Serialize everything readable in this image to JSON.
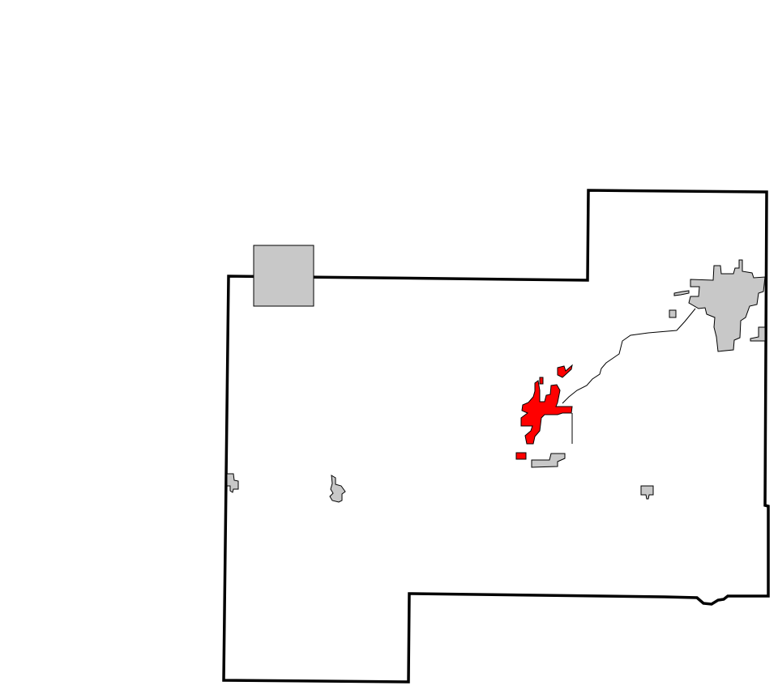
{
  "map": {
    "colors": {
      "background": "#ffffff",
      "county_fill": "#ffffff",
      "county_border": "#000000",
      "highlighted_place": "#ff0000",
      "other_places": "#c8c8c8"
    },
    "regions": [
      {
        "role": "county-boundary",
        "highlight": false
      },
      {
        "role": "highlighted-city",
        "highlight": true
      },
      {
        "role": "other-place",
        "highlight": false
      }
    ]
  }
}
